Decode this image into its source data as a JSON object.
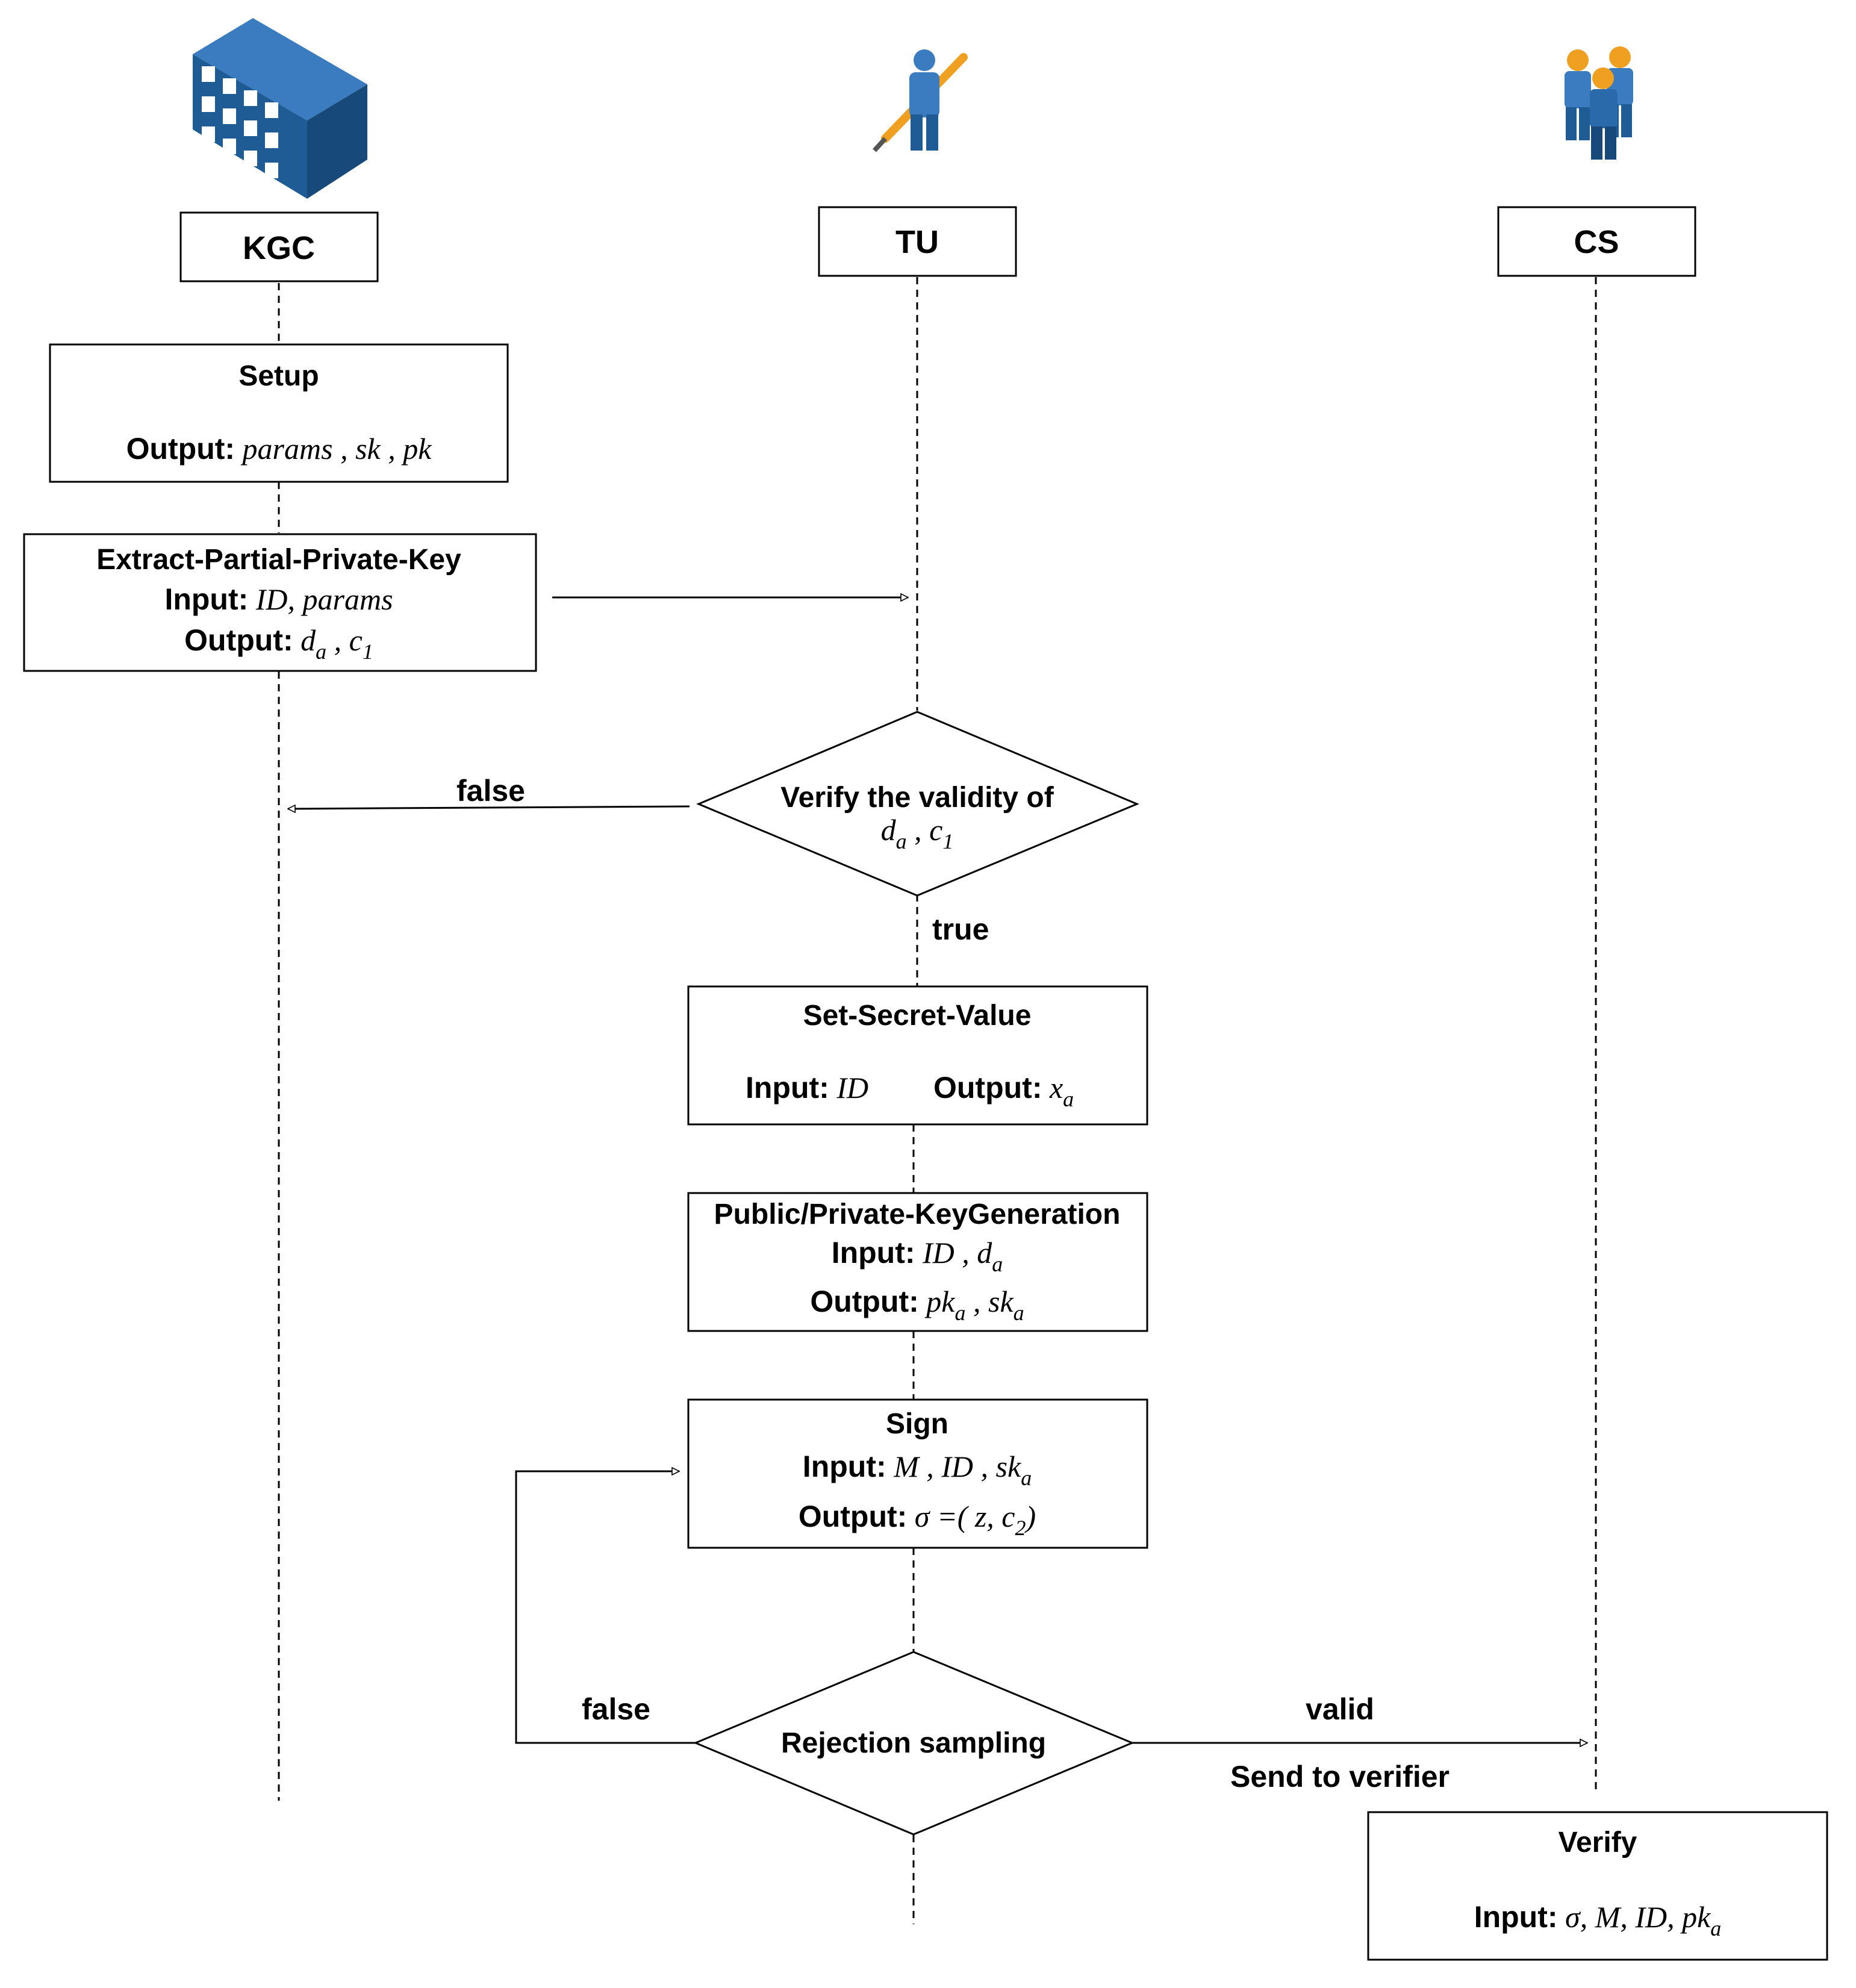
{
  "actors": {
    "kgc": {
      "label": "KGC",
      "icon": "office-building-icon"
    },
    "tu": {
      "label": "TU",
      "icon": "user-with-pen-icon"
    },
    "cs": {
      "label": "CS",
      "icon": "user-group-icon"
    }
  },
  "setup": {
    "title": "Setup",
    "output_label": "Output:",
    "output_value": "params , sk , pk"
  },
  "extract": {
    "title": "Extract-Partial-Private-Key",
    "input_label": "Input:",
    "input_value": "ID, params",
    "output_label": "Output:",
    "output_d": "d",
    "output_d_sub": "a",
    "output_sep": " , ",
    "output_c": "c",
    "output_c_sub": "1"
  },
  "verify_validity": {
    "line1": "Verify the validity of",
    "d": "d",
    "d_sub": "a",
    "sep": " , ",
    "c": "c",
    "c_sub": "1"
  },
  "set_secret": {
    "title": "Set-Secret-Value",
    "input_label": "Input:",
    "input_value": "ID",
    "output_label": "Output:",
    "output_x": "x",
    "output_x_sub": "a"
  },
  "keygen": {
    "title": "Public/Private-KeyGeneration",
    "input_label": "Input:",
    "input_value": "ID , d",
    "input_sub": "a",
    "output_label": "Output:",
    "output_pk": "pk",
    "output_pk_sub": "a",
    "output_sep": " , ",
    "output_sk": "sk",
    "output_sk_sub": "a"
  },
  "sign": {
    "title": "Sign",
    "input_label": "Input:",
    "input_value": "M , ID , sk",
    "input_sub": "a",
    "output_label": "Output:",
    "output_value": "σ =( z, c",
    "output_sub": "2",
    "output_close": ")"
  },
  "rejection": {
    "label": "Rejection sampling"
  },
  "verify": {
    "title": "Verify",
    "input_label": "Input:",
    "input_value": "σ, M, ID, pk",
    "input_sub": "a"
  },
  "edges": {
    "false_to_kgc": "false",
    "true_down": "true",
    "false_loop": "false",
    "valid": "valid",
    "send": "Send to verifier"
  },
  "colors": {
    "line": "#000000",
    "icon_blue": "#1f5c95",
    "icon_blue_light": "#3b7cc0",
    "icon_orange": "#f0a020"
  }
}
